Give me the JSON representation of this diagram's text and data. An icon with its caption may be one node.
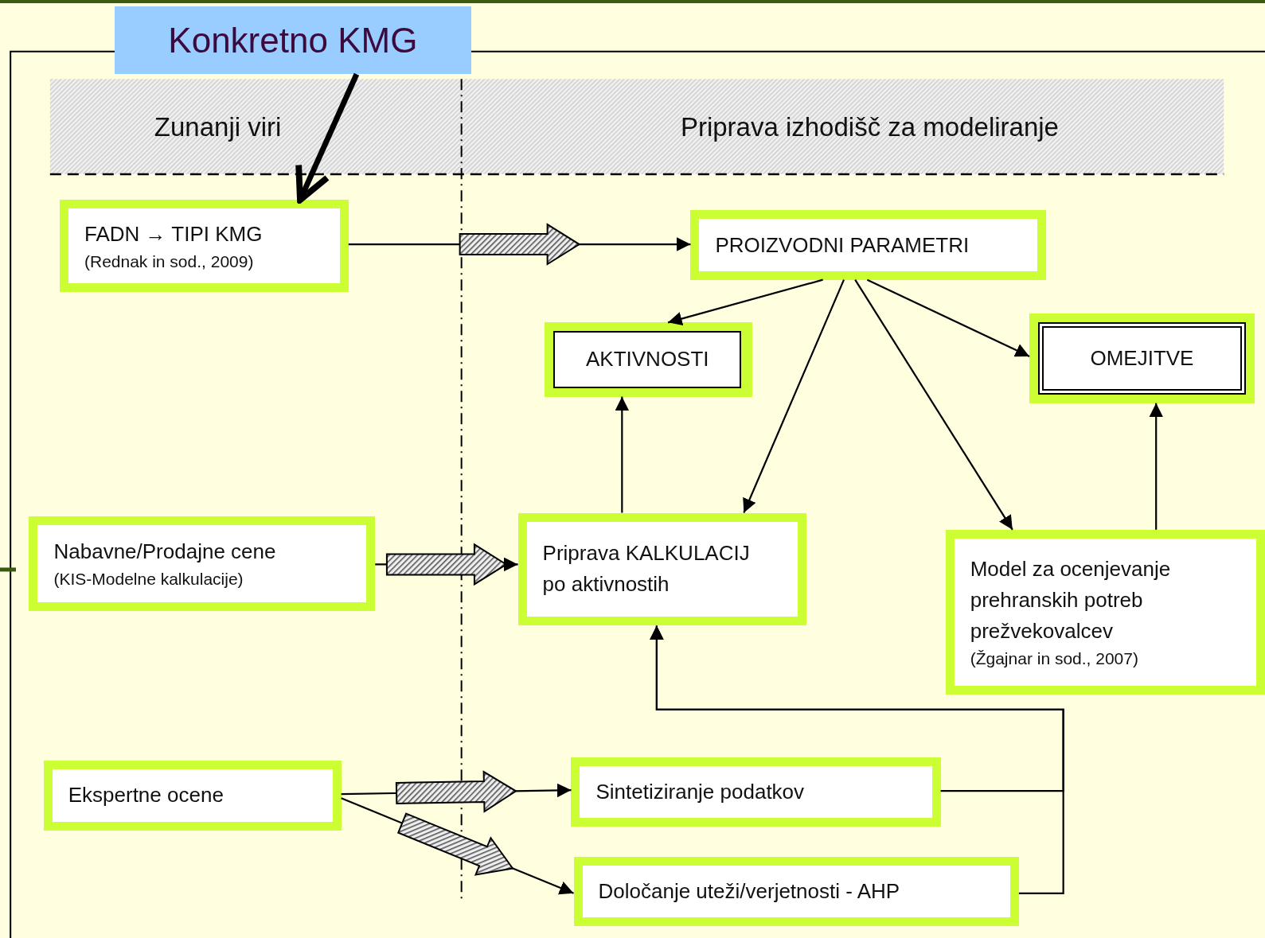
{
  "diagram": {
    "nodes": [
      {
        "text": [
          "Konkretno KMG"
        ]
      },
      {
        "text": [
          "Zunanji viri"
        ]
      },
      {
        "text": [
          "Priprava izhodišč za modeliranje"
        ]
      },
      {
        "text": [
          "FADN → TIPI KMG",
          "(Rednak in sod., 2009)"
        ]
      },
      {
        "text": [
          "PROIZVODNI PARAMETRI"
        ]
      },
      {
        "text": [
          "AKTIVNOSTI"
        ]
      },
      {
        "text": [
          "OMEJITVE"
        ]
      },
      {
        "text": [
          "Nabavne/Prodajne cene",
          "(KIS-Modelne kalkulacije)"
        ]
      },
      {
        "text": [
          "Priprava KALKULACIJ po aktivnostih"
        ]
      },
      {
        "text": [
          "Model za ocenjevanje prehranskih potreb prežvekovalcev",
          "(Žgajnar in sod., 2007)"
        ]
      },
      {
        "text": [
          "Ekspertne ocene"
        ]
      },
      {
        "text": [
          "Sintetiziranje podatkov"
        ]
      },
      {
        "text": [
          "Določanje uteži/verjetnosti - AHP"
        ]
      }
    ],
    "edges": [
      {
        "from": 0,
        "to": 3,
        "arrow": "to",
        "style": "thick"
      },
      {
        "from": 3,
        "to": 4,
        "arrow": "to"
      },
      {
        "from": 4,
        "to": 5,
        "arrow": "to"
      },
      {
        "from": 4,
        "to": 8,
        "arrow": "to"
      },
      {
        "from": 4,
        "to": 9,
        "arrow": "to"
      },
      {
        "from": 4,
        "to": 6,
        "arrow": "to"
      },
      {
        "from": 9,
        "to": 6,
        "arrow": "to"
      },
      {
        "from": 8,
        "to": 5,
        "arrow": "to"
      },
      {
        "from": 7,
        "to": 8,
        "arrow": "to"
      },
      {
        "from": 10,
        "to": 11,
        "arrow": "to"
      },
      {
        "from": 10,
        "to": 12,
        "arrow": "to"
      },
      {
        "from": 11,
        "to": 8,
        "arrow": "to"
      },
      {
        "from": 12,
        "to": 8,
        "arrow": "to"
      }
    ]
  }
}
